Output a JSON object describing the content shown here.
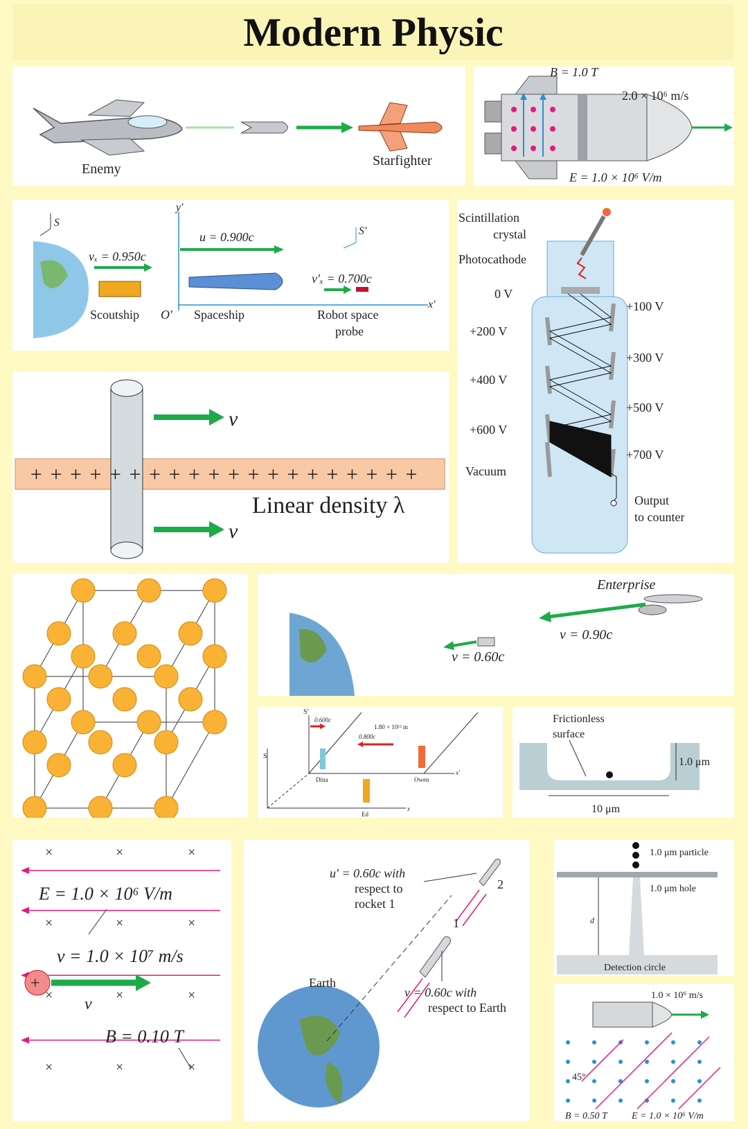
{
  "title": "Modern Physic",
  "p1": {
    "enemy": "Enemy",
    "starfighter": "Starfighter"
  },
  "p2": {
    "b": "B = 1.0 T",
    "speed": "2.0 × 10⁶ m/s",
    "e": "E = 1.0 × 10⁶ V/m"
  },
  "p3": {
    "s": "S",
    "sprime": "S′",
    "yprime": "y′",
    "xprime": "x′",
    "origin": "O′",
    "vx": "vₓ = 0.950c",
    "u": "u = 0.900c",
    "vxp": "v′ₓ = 0.700c",
    "scoutship": "Scoutship",
    "spaceship": "Spaceship",
    "probe1": "Robot space",
    "probe2": "probe"
  },
  "p4": {
    "crystal1": "Scintillation",
    "crystal2": "crystal",
    "photocathode": "Photocathode",
    "v0": "0 V",
    "v100": "+100 V",
    "v200": "+200 V",
    "v300": "+300 V",
    "v400": "+400 V",
    "v500": "+500 V",
    "v600": "+600 V",
    "v700": "+700 V",
    "vacuum": "Vacuum",
    "out1": "Output",
    "out2": "to counter"
  },
  "p5": {
    "v": "v",
    "label": "Linear density λ",
    "plus": "+"
  },
  "p7": {
    "enterprise": "Enterprise",
    "v1": "v = 0.90c",
    "v2": "v = 0.60c"
  },
  "p8": {
    "sprime": "S′",
    "s": "S",
    "v600": "0.600c",
    "v800": "0.800c",
    "dist": "1.80 × 10¹² m",
    "dina": "Dina",
    "owen": "Owen",
    "ed": "Ed",
    "x": "x",
    "xprime": "x′"
  },
  "p9": {
    "label1": "Frictionless",
    "label2": "surface",
    "depth": "1.0 μm",
    "width": "10 μm"
  },
  "p10": {
    "e": "E = 1.0 × 10⁶ V/m",
    "v": "v = 1.0 × 10⁷ m/s",
    "b": "B = 0.10 T",
    "vvec": "v",
    "charge": "+"
  },
  "p11": {
    "u1": "u′ = 0.60c with",
    "u2": "respect to",
    "u3": "rocket 1",
    "n2": "2",
    "n1": "1",
    "earth": "Earth",
    "v1": "v = 0.60c with",
    "v2": "respect to Earth"
  },
  "p12": {
    "particle": "1.0 μm particle",
    "hole": "1.0 μm hole",
    "d": "d",
    "circle": "Detection circle"
  },
  "p13": {
    "speed": "1.0 × 10⁶ m/s",
    "angle": "45°",
    "b": "B = 0.50 T",
    "e": "E = 1.0 × 10⁶ V/m"
  },
  "colors": {
    "green": "#1faa4a",
    "pink": "#e8197c",
    "blue": "#2a8fd6",
    "red": "#e02020"
  }
}
